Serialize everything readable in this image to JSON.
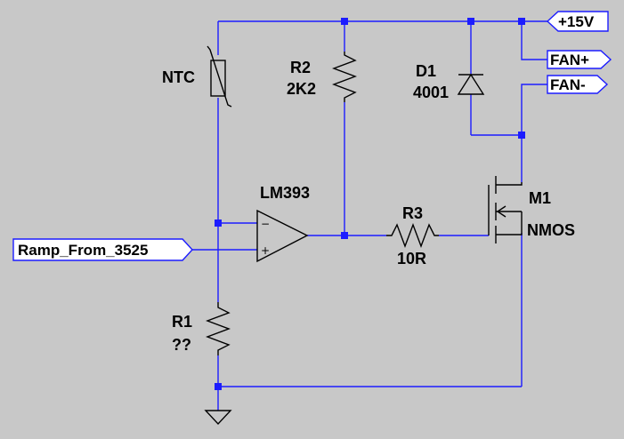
{
  "ports": {
    "vcc": "+15V",
    "fan_pos": "FAN+",
    "fan_neg": "FAN-",
    "ramp": "Ramp_From_3525"
  },
  "components": {
    "ntc": {
      "name": "NTC"
    },
    "r2": {
      "name": "R2",
      "value": "2K2"
    },
    "d1": {
      "name": "D1",
      "value": "4001"
    },
    "u1": {
      "name": "LM393"
    },
    "r3": {
      "name": "R3",
      "value": "10R"
    },
    "m1": {
      "name": "M1",
      "value": "NMOS"
    },
    "r1": {
      "name": "R1",
      "value": "??"
    }
  },
  "comparator_pins": {
    "minus": "−",
    "plus": "+"
  },
  "colors": {
    "wire": "#1c1cff",
    "background": "#c8c8c8",
    "component": "#000000"
  }
}
